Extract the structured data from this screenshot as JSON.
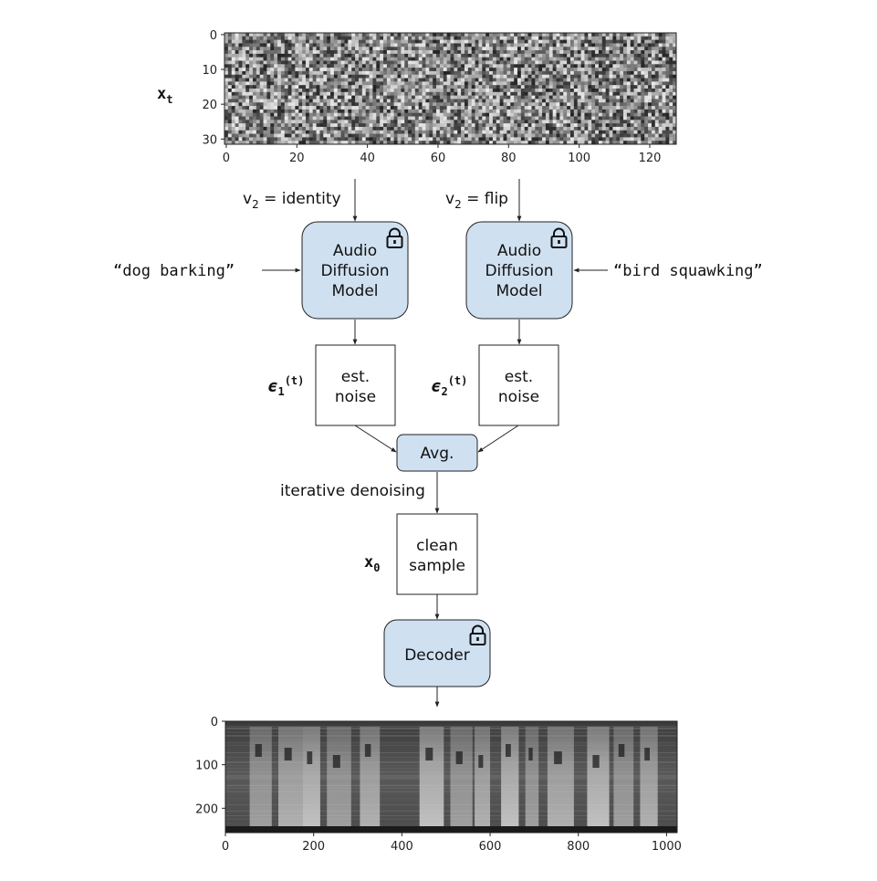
{
  "colors": {
    "model_fill": "#cfe0f1",
    "box_stroke": "#222222",
    "plain_fill": "#ffffff",
    "arrow": "#222222"
  },
  "noise_plot": {
    "var_x": "x",
    "var_sub": "t",
    "xticks": [
      "0",
      "20",
      "40",
      "60",
      "80",
      "100",
      "120"
    ],
    "yticks": [
      "0",
      "10",
      "20",
      "30"
    ],
    "image": "random gray noise"
  },
  "branches": [
    {
      "view_label_v": "v",
      "view_label_sub": "2",
      "view_label_rest": " = identity",
      "prompt": "“dog barking”",
      "model_lines": [
        "Audio",
        "Diffusion",
        "Model"
      ],
      "lock_icon": "lock-icon",
      "eps_var": "ϵ",
      "eps_sub": "1",
      "eps_sup": "(t)",
      "noise_lines": [
        "est.",
        "noise"
      ]
    },
    {
      "view_label_v": "v",
      "view_label_sub": "2",
      "view_label_rest": " = flip",
      "prompt": "“bird squawking”",
      "model_lines": [
        "Audio",
        "Diffusion",
        "Model"
      ],
      "lock_icon": "lock-icon",
      "eps_var": "ϵ",
      "eps_sub": "2",
      "eps_sup": "(t)",
      "noise_lines": [
        "est.",
        "noise"
      ]
    }
  ],
  "avg_label": "Avg.",
  "iter_label": "iterative denoising",
  "clean": {
    "var_x": "x",
    "var_sub": "0",
    "lines": [
      "clean",
      "sample"
    ]
  },
  "decoder": {
    "label": "Decoder",
    "lock_icon": "lock-icon"
  },
  "spectrogram_plot": {
    "xticks": [
      "0",
      "200",
      "400",
      "600",
      "800",
      "1000"
    ],
    "yticks": [
      "0",
      "100",
      "200"
    ],
    "image": "spectrogram"
  }
}
